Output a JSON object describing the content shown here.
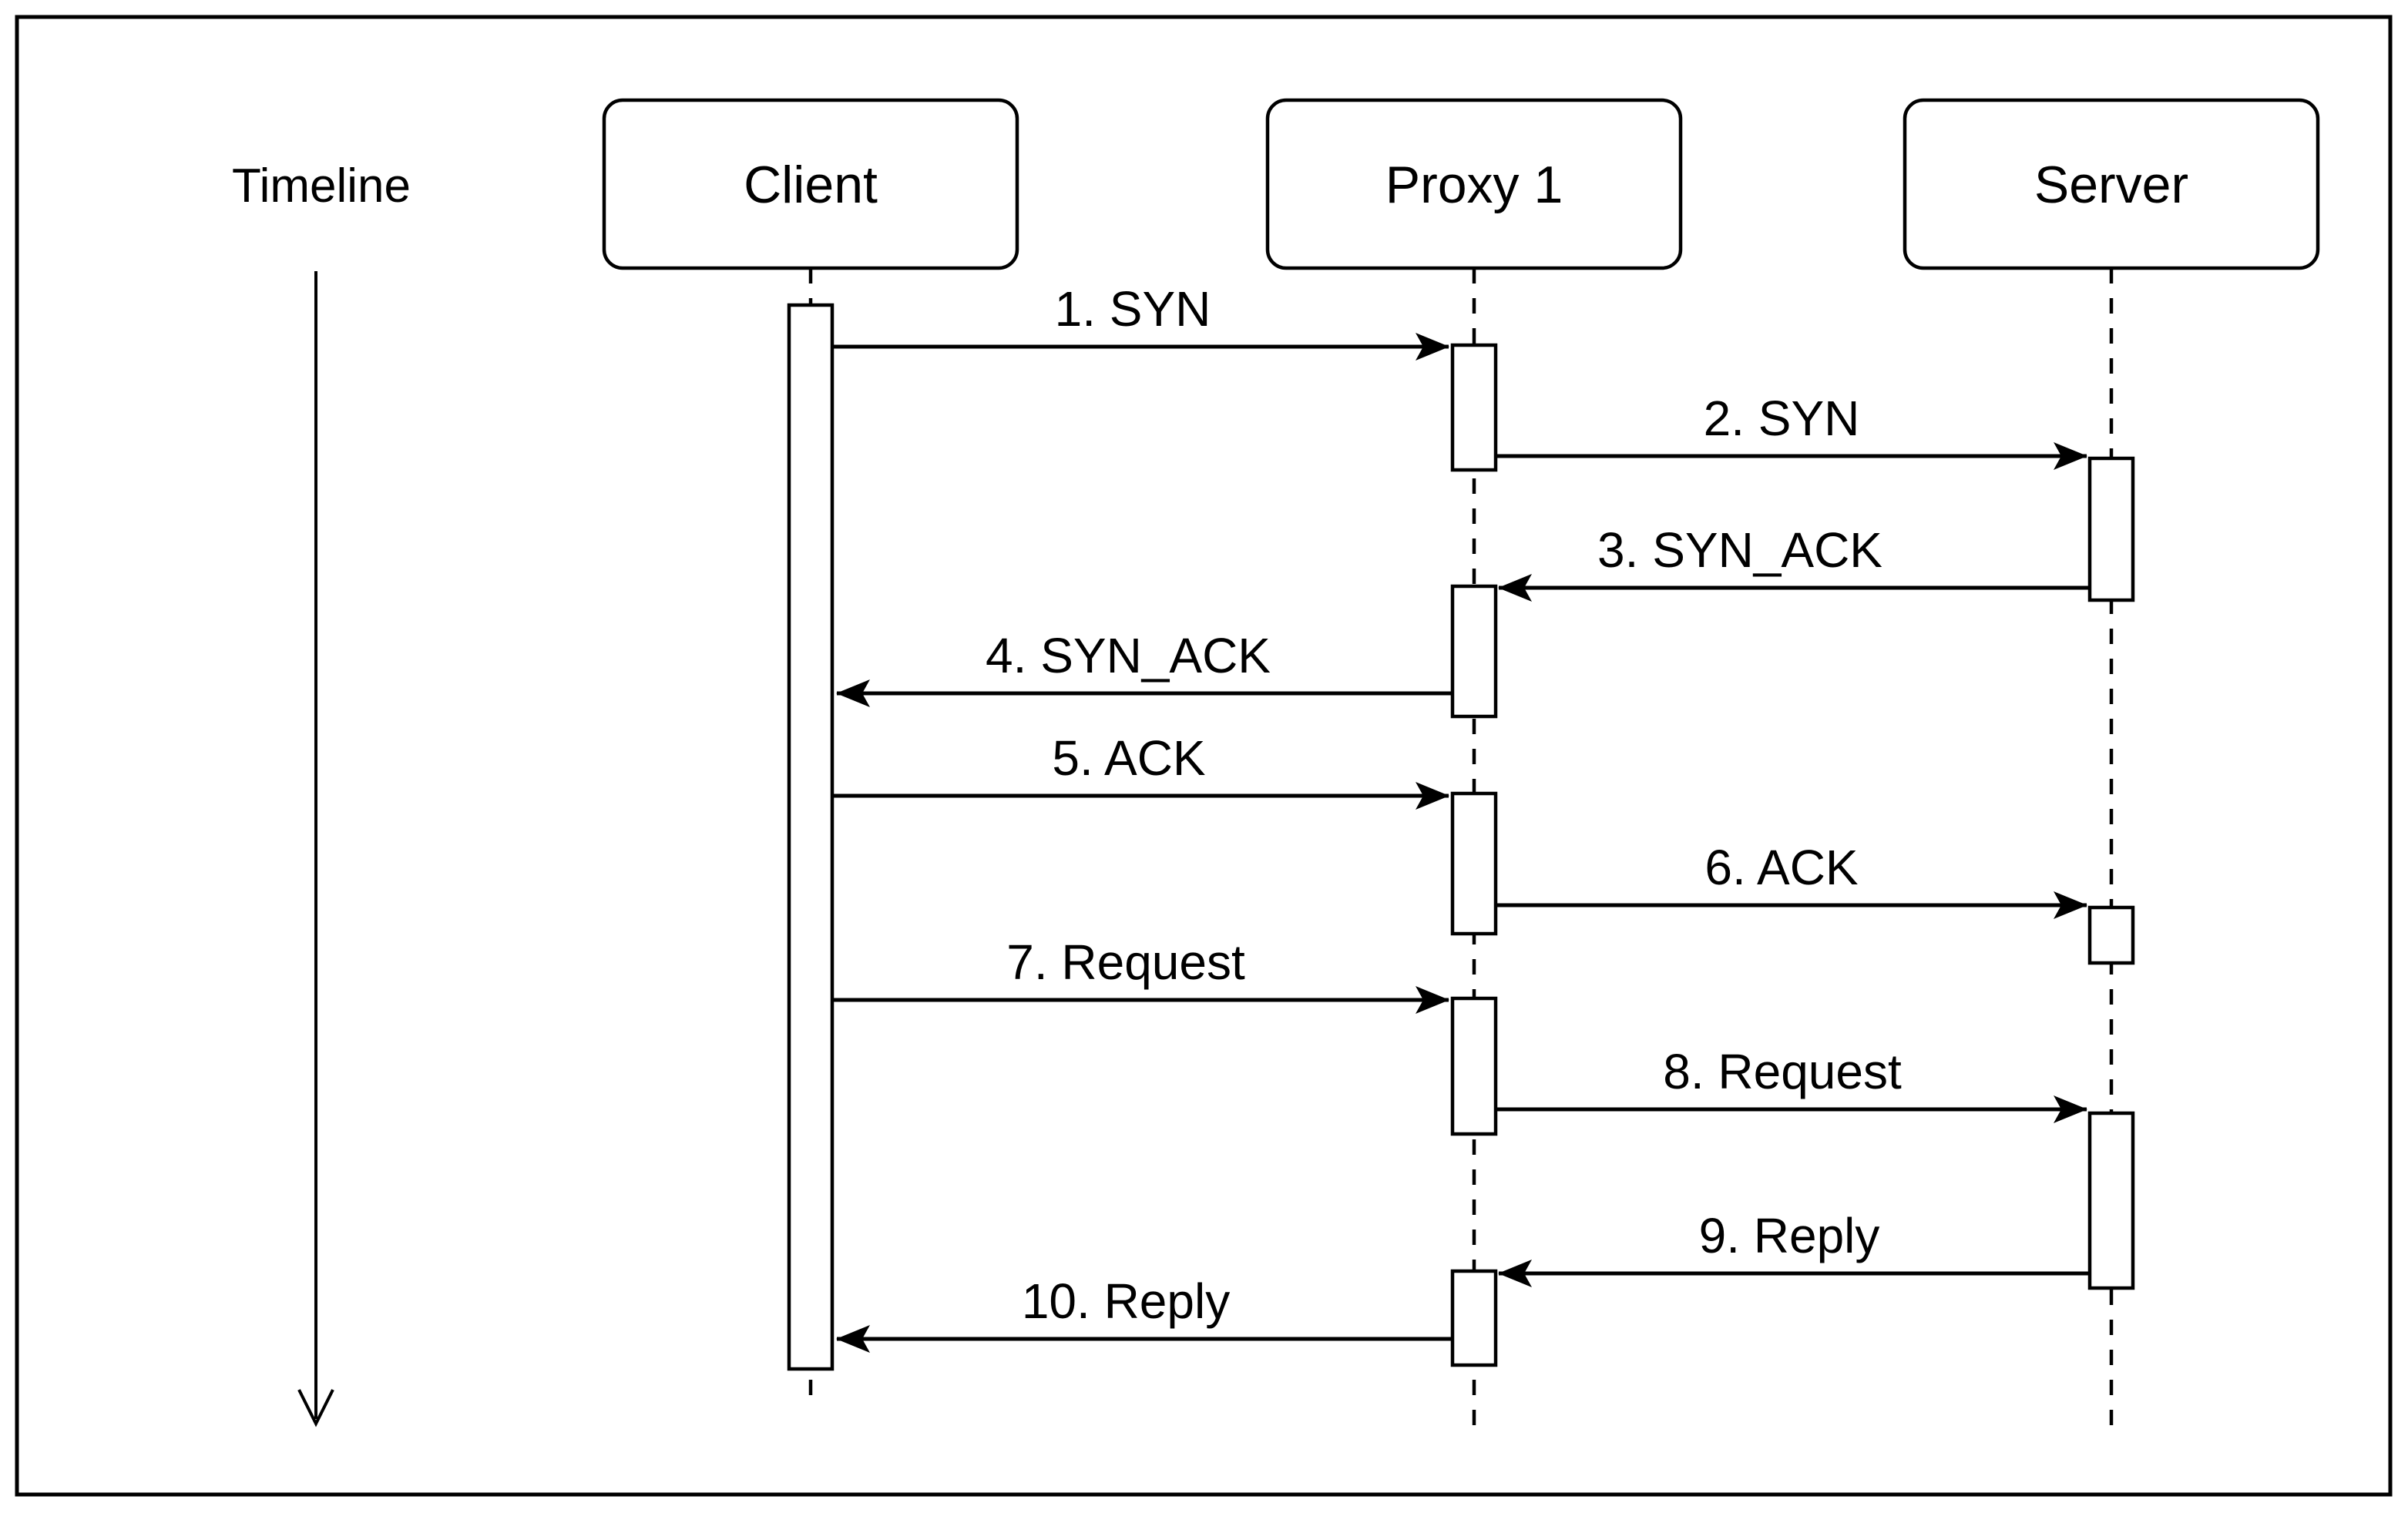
{
  "diagram": {
    "type": "sequence-diagram",
    "timeline_label": "Timeline",
    "colors": {
      "stroke": "#000000",
      "background": "#ffffff"
    },
    "actors": [
      {
        "name": "Client"
      },
      {
        "name": "Proxy 1"
      },
      {
        "name": "Server"
      }
    ],
    "messages": [
      {
        "label": "1. SYN",
        "from": "Client",
        "to": "Proxy 1",
        "direction": "right"
      },
      {
        "label": "2. SYN",
        "from": "Proxy 1",
        "to": "Server",
        "direction": "right"
      },
      {
        "label": "3. SYN_ACK",
        "from": "Server",
        "to": "Proxy 1",
        "direction": "left"
      },
      {
        "label": "4. SYN_ACK",
        "from": "Proxy 1",
        "to": "Client",
        "direction": "left"
      },
      {
        "label": "5. ACK",
        "from": "Client",
        "to": "Proxy 1",
        "direction": "right"
      },
      {
        "label": "6. ACK",
        "from": "Proxy 1",
        "to": "Server",
        "direction": "right"
      },
      {
        "label": "7. Request",
        "from": "Client",
        "to": "Proxy 1",
        "direction": "right"
      },
      {
        "label": "8. Request",
        "from": "Proxy 1",
        "to": "Server",
        "direction": "right"
      },
      {
        "label": "9. Reply",
        "from": "Server",
        "to": "Proxy 1",
        "direction": "left"
      },
      {
        "label": "10. Reply",
        "from": "Proxy 1",
        "to": "Client",
        "direction": "left"
      }
    ]
  }
}
